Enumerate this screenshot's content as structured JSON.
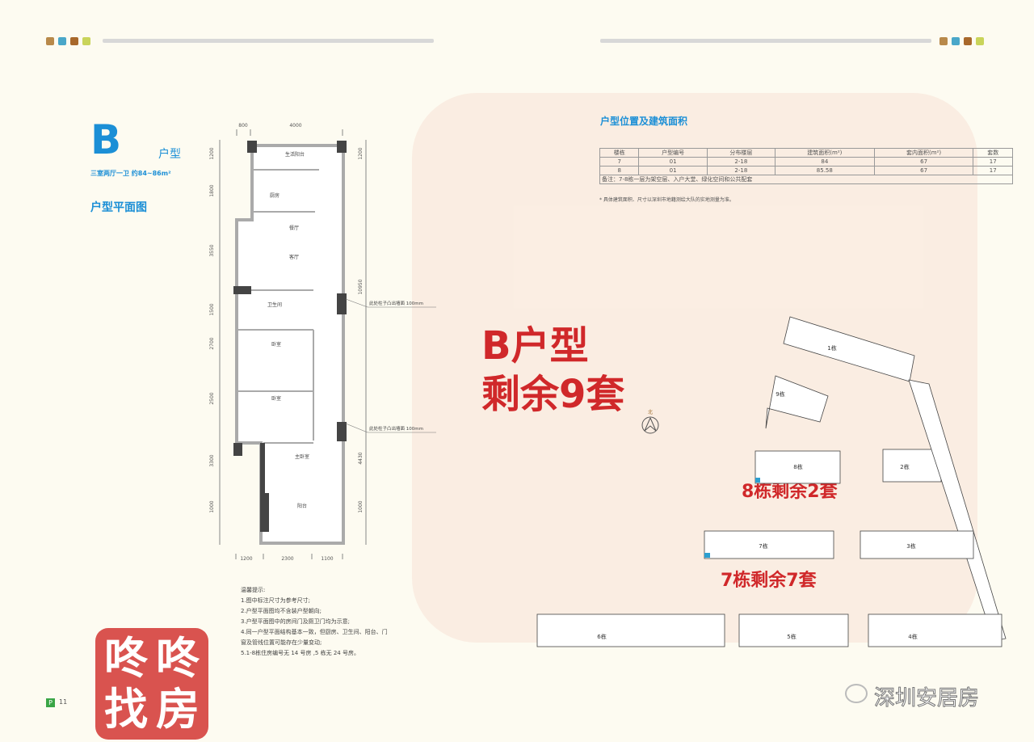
{
  "watermark": {
    "chars": [
      "咚",
      "咚",
      "找",
      "房"
    ]
  },
  "header": {
    "icon_colors": [
      "#b8894a",
      "#4aa7c9",
      "#a8682b",
      "#c9d45a"
    ]
  },
  "unit": {
    "letter": "B",
    "type_label": "户型",
    "subtitle": "三室两厅一卫 约84~86m²",
    "plan_title": "户型平面图"
  },
  "floorplan": {
    "rooms": [
      "生活阳台",
      "厨房",
      "餐厅",
      "客厅",
      "卫生间",
      "卧室",
      "卧室",
      "主卧室",
      "阳台"
    ],
    "dims_top": [
      "800",
      "4000"
    ],
    "dims_left": [
      "1200",
      "1800",
      "3550",
      "1500",
      "2700",
      "2500",
      "3300",
      "1000"
    ],
    "dims_right": [
      "1200",
      "10950",
      "4430",
      "1000"
    ],
    "dims_bottom": [
      "1200",
      "2300",
      "1100"
    ],
    "annotations": [
      "此处柱子凸出墙面 100mm",
      "此处柱子凸出墙面 100mm"
    ]
  },
  "notes": {
    "title": "温馨提示:",
    "items": [
      "1.图中标注尺寸为参考尺寸;",
      "2.户型平面图均不含装户型朝向;",
      "3.户型平面图中的房间门及厕卫门均为示意;",
      "4.同一户型平面结构基本一致，但厨房、卫生间、阳台、门",
      "窗及管线位置可能存在少量变动;",
      "5.1-8栋住房编号无 14 号房 ,5 栋无 24 号房。"
    ]
  },
  "table": {
    "title": "户型位置及建筑面积",
    "headers": [
      "楼栋",
      "户型编号",
      "分布楼层",
      "建筑面积(m²)",
      "套内面积(m²)",
      "套数"
    ],
    "rows": [
      [
        "7",
        "01",
        "2-18",
        "84",
        "67",
        "17"
      ],
      [
        "8",
        "01",
        "2-18",
        "85.58",
        "67",
        "17"
      ]
    ],
    "remark": "备注：7-8栋一层为架空层、入户大堂、绿化空间和公共配套",
    "footnote": "* 具体建筑面积、尺寸以深圳市地籍测绘大队的实地测量为准。"
  },
  "overlay": {
    "line1": "B户型",
    "line2": "剩余9套",
    "b8": "8栋剩余2套",
    "b7": "7栋剩余7套"
  },
  "sitemap": {
    "north": "北",
    "buildings": [
      "1栋",
      "9栋",
      "8栋",
      "2栋",
      "7栋",
      "3栋",
      "6栋",
      "5栋",
      "4栋"
    ]
  },
  "footer": {
    "page_badge": "P",
    "page_number": "11",
    "account": "深圳安居房"
  },
  "logo": {
    "chars": [
      "咚",
      "咚",
      "找",
      "房"
    ]
  }
}
